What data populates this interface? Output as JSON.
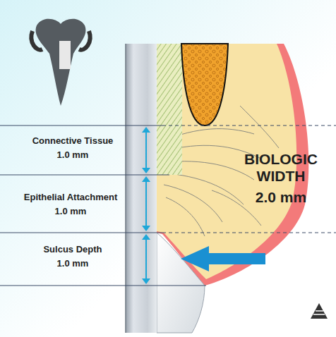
{
  "diagram": {
    "labels": [
      "Connective Tissue",
      "1.0 mm",
      "Epithelial Attachment",
      "1.0 mm",
      "Sulcus Depth",
      "1.0 mm",
      "BIOLOGIC WIDTH",
      "2.0 mm"
    ]
  }
}
